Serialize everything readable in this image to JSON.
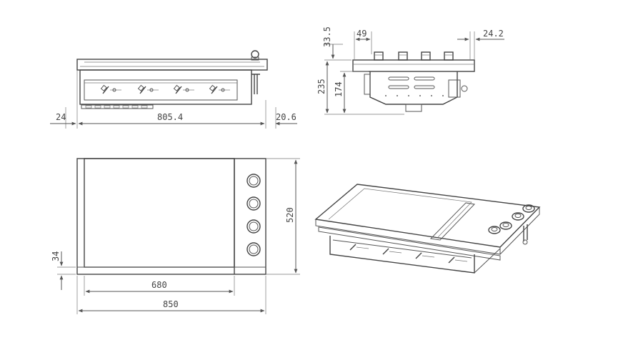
{
  "front_view": {
    "dims": {
      "left_margin": "24",
      "width": "805.4",
      "right_margin": "20.6"
    }
  },
  "side_view": {
    "dims": {
      "top_height": "33.5",
      "knob_offset": "49",
      "right_offset": "24.2",
      "total_height": "235",
      "body_height": "174"
    }
  },
  "top_view": {
    "dims": {
      "depth": "520",
      "bottom_margin": "34",
      "plate_width": "680",
      "total_width": "850"
    },
    "knob_count": 4
  },
  "iso_view": {
    "knob_count": 4
  },
  "colors": {
    "line": "#555555",
    "text": "#444444",
    "background": "#ffffff"
  }
}
